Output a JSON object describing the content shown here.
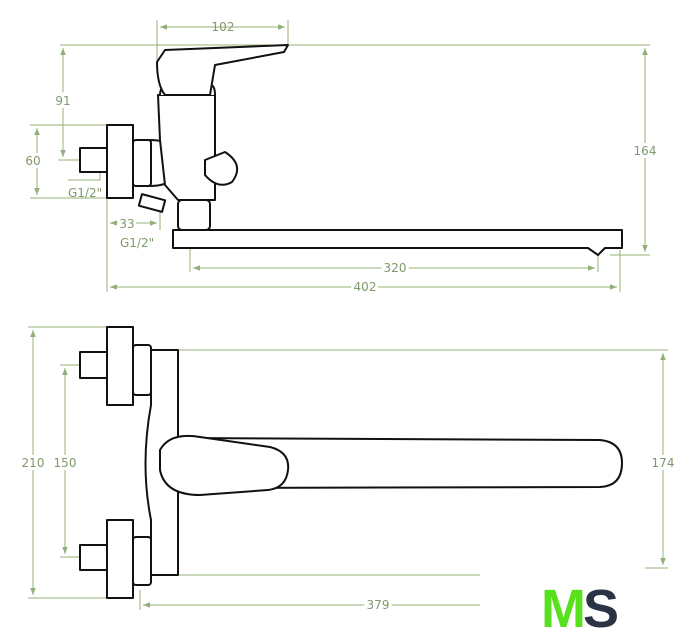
{
  "top_view": {
    "dimensions": {
      "lever_width": "102",
      "inlet_to_top": "91",
      "flange_height": "60",
      "total_height": "164",
      "thread_inlet": "G1/2\"",
      "thread_outlet": "G1/2\"",
      "offset": "33",
      "spout_reach": "320",
      "total_length": "402"
    }
  },
  "side_view": {
    "dimensions": {
      "flange_span": "210",
      "center_distance": "150",
      "body_height": "174",
      "spout_length": "379"
    }
  },
  "logo": {
    "text_m": "M",
    "text_s": "S"
  },
  "colors": {
    "dimension": "#94b07a",
    "logo_green": "#59e01c",
    "logo_dark": "#2b3444"
  }
}
